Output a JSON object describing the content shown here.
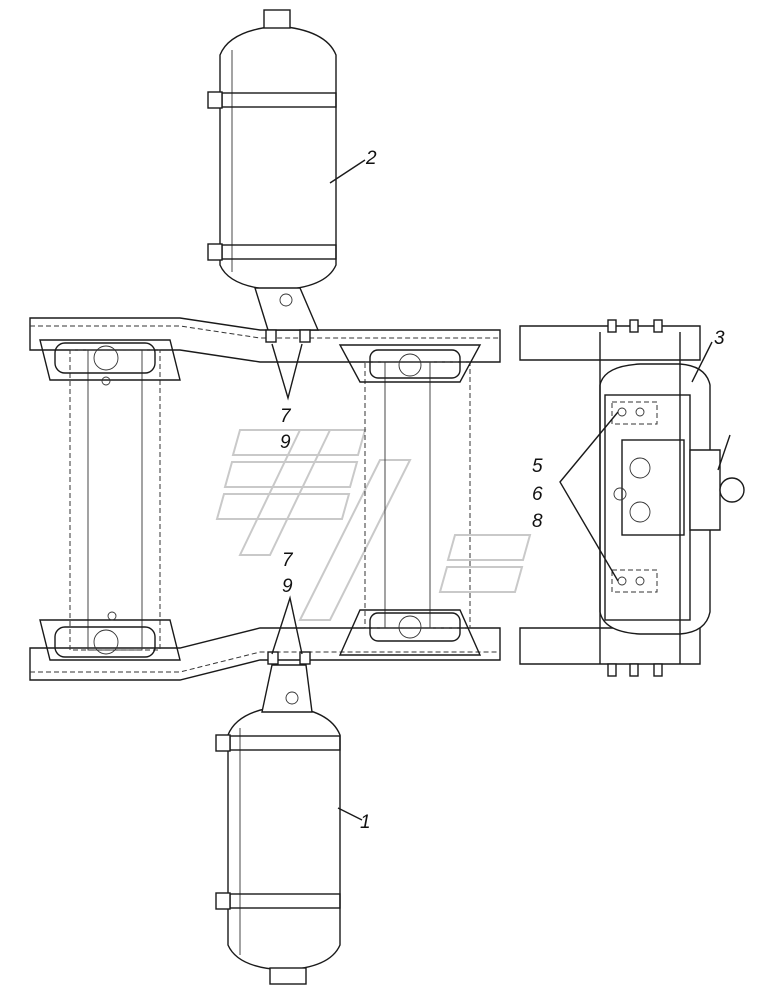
{
  "callouts": {
    "c1": "1",
    "c2": "2",
    "c3": "3",
    "c5": "5",
    "c6": "6",
    "c8": "8",
    "c7_top": "7",
    "c9_top": "9",
    "c7_bottom": "7",
    "c9_bottom": "9"
  }
}
